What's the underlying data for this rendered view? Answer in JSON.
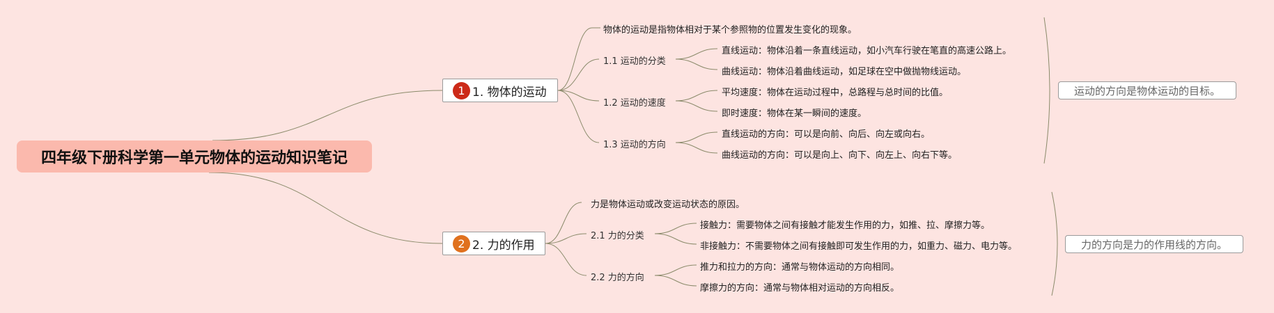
{
  "root": {
    "title": "四年级下册科学第一单元物体的运动知识笔记"
  },
  "branches": [
    {
      "badge": "1",
      "badge_color": "#cc2a18",
      "title": "1. 物体的运动",
      "definition": "物体的运动是指物体相对于某个参照物的位置发生变化的现象。",
      "subs": [
        {
          "title": "1.1 运动的分类",
          "leaves": [
            "直线运动：物体沿着一条直线运动，如小汽车行驶在笔直的高速公路上。",
            "曲线运动：物体沿着曲线运动，如足球在空中做抛物线运动。"
          ]
        },
        {
          "title": "1.2 运动的速度",
          "leaves": [
            "平均速度：物体在运动过程中，总路程与总时间的比值。",
            "即时速度：物体在某一瞬间的速度。"
          ]
        },
        {
          "title": "1.3 运动的方向",
          "leaves": [
            "直线运动的方向：可以是向前、向后、向左或向右。",
            "曲线运动的方向：可以是向上、向下、向左上、向右下等。"
          ]
        }
      ],
      "summary": "运动的方向是物体运动的目标。"
    },
    {
      "badge": "2",
      "badge_color": "#e0711e",
      "title": "2. 力的作用",
      "definition": "力是物体运动或改变运动状态的原因。",
      "subs": [
        {
          "title": "2.1 力的分类",
          "leaves": [
            "接触力：需要物体之间有接触才能发生作用的力，如推、拉、摩擦力等。",
            "非接触力：不需要物体之间有接触即可发生作用的力，如重力、磁力、电力等。"
          ]
        },
        {
          "title": "2.2 力的方向",
          "leaves": [
            "推力和拉力的方向：通常与物体运动的方向相同。",
            "摩擦力的方向：通常与物体相对运动的方向相反。"
          ]
        }
      ],
      "summary": "力的方向是力的作用线的方向。"
    }
  ],
  "colors": {
    "background": "#fde4e1",
    "root_fill": "#fbb9ad",
    "connector": "#8a8a6a"
  }
}
